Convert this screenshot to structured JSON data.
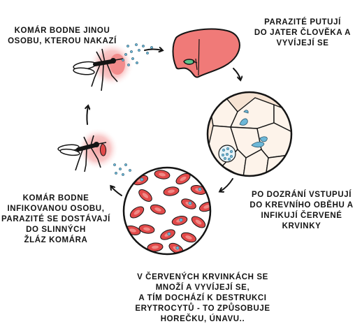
{
  "steps": [
    {
      "text": "Komár bodne jinou\nosobu, kterou nakazí"
    },
    {
      "text": "Parazité putují\ndo jater člověka a\nvyvíjejí se"
    },
    {
      "text": "Po dozrání vstupují\ndo krevního oběhu a\ninfikují červené\nkrvinky"
    },
    {
      "text": "V červených krvinkách se\nmnoží a vyvíjejí se,\na tím dochází k destrukci\nerytrocytů - to způsobuje\nhorečku, únavu.."
    },
    {
      "text": "Komár bodne\ninfikovanou osobu,\nparazité se dostávají\ndo slinných\nžláz komára"
    }
  ],
  "colors": {
    "ink": "#141414",
    "liver": "#f07a78",
    "gallbladder": "#5cc28c",
    "blood_cell": "#e24a4a",
    "blood_cell_center": "#f08a86",
    "skin_glow": "#f9c9c9",
    "parasite": "#6db8d8",
    "tissue": "#f6e3d3"
  },
  "icons": [
    "mosquito-icon",
    "liver-icon",
    "liver-cells-icon",
    "blood-cells-icon",
    "cycle-arrow-icon"
  ]
}
